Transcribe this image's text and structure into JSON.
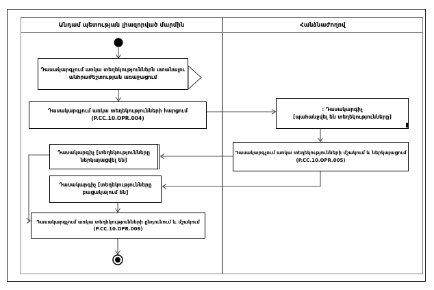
{
  "diagram": {
    "type": "uml-activity-swimlane",
    "lanes": {
      "left": {
        "title": "Անդամ պետության լիազորված մարմին"
      },
      "right": {
        "title": "Հանձնաժողով"
      }
    },
    "nodes": {
      "need": {
        "line1": "Դասակարգչում առկա տեղեկություններն ստանալու",
        "line2": "անհրաժեշտության առաջացում"
      },
      "request": {
        "line1": "Դասակարգչում առկա տեղեկությունների հարցում",
        "line2": "(P.CC.10.OPR.004)"
      },
      "classifier_requested": {
        "line1": ": Դասակարգիչ",
        "line2": "[պահանջվել են տեղեկությունները]"
      },
      "process_present": {
        "line1": "Դասակարգչում առկա տեղեկությունների մշակում և ներկայացում",
        "line2": "(P.CC.10.OPR.005)"
      },
      "classifier_presented": {
        "line1": "Դասակարգիչ [տեղեկությունները",
        "line2": "ներկայացվել են]"
      },
      "classifier_absent": {
        "line1": "Դասակարգիչ [տեղեկությունները",
        "line2": "բացակայում են]"
      },
      "receive_process": {
        "line1": "Դասակարգչում առկա տեղեկությունների ընդունում և մշակում",
        "line2": "(P.CC.10.OPR.006)"
      }
    },
    "edges": [
      {
        "from": "start",
        "to": "need"
      },
      {
        "from": "need",
        "to": "request"
      },
      {
        "from": "request",
        "to": "classifier_requested"
      },
      {
        "from": "classifier_requested",
        "to": "process_present"
      },
      {
        "from": "process_present",
        "to": "classifier_presented"
      },
      {
        "from": "process_present",
        "to": "classifier_absent"
      },
      {
        "from": "classifier_presented",
        "to": "receive_process"
      },
      {
        "from": "classifier_absent",
        "to": "receive_process"
      },
      {
        "from": "receive_process",
        "to": "end"
      }
    ],
    "colors": {
      "background": "#ffffff",
      "lane_border": "#808080",
      "node_border": "#000000",
      "connector": "#4d4d4d",
      "text": "#000000"
    }
  }
}
